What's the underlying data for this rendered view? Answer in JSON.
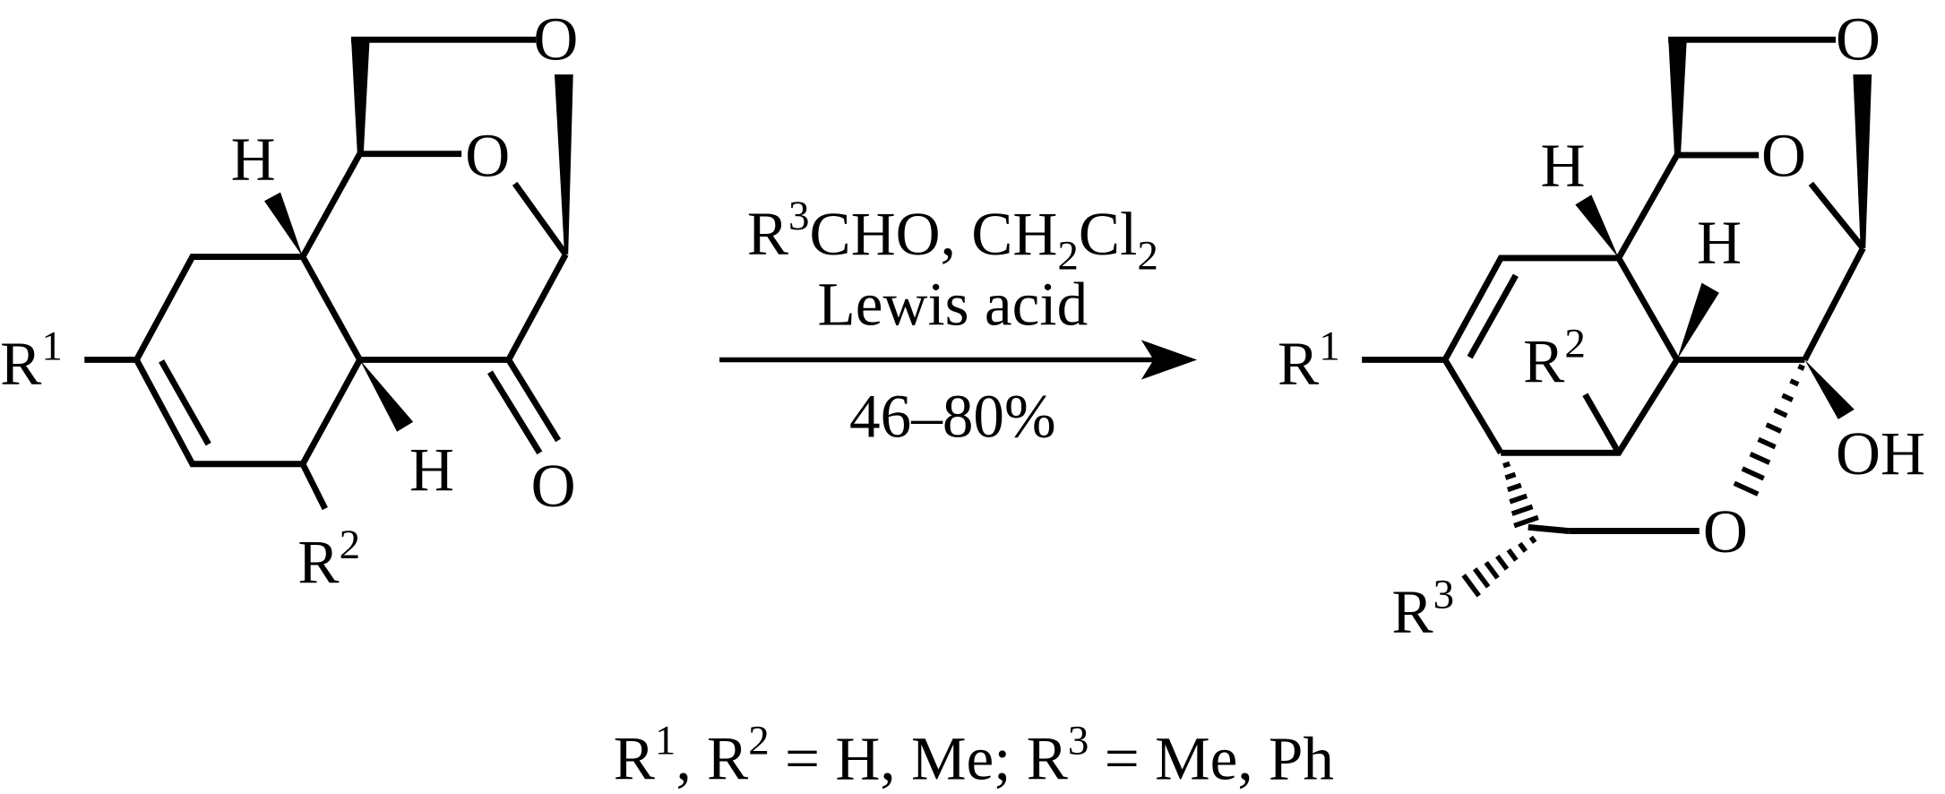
{
  "reactant": {
    "r1": {
      "base": "R",
      "sup": "1"
    },
    "r2": {
      "base": "R",
      "sup": "2"
    },
    "h_top": "H",
    "h_bottom": "H",
    "o_bridge_top": "O",
    "o_ring": "O",
    "o_ketone": "O"
  },
  "conditions": {
    "line1": {
      "r": "R",
      "r_sup": "3",
      "a": "CHO, CH",
      "sub1": "2",
      "b": "Cl",
      "sub2": "2"
    },
    "line2": "Lewis acid",
    "yield": "46–80%"
  },
  "product": {
    "r1": {
      "base": "R",
      "sup": "1"
    },
    "r2": {
      "base": "R",
      "sup": "2"
    },
    "r3": {
      "base": "R",
      "sup": "3"
    },
    "h_left": "H",
    "h_right": "H",
    "o_bridge_top": "O",
    "o_ring": "O",
    "o_lower": "O",
    "oh": "OH"
  },
  "footnote": {
    "r1": "R",
    "r1_sup": "1",
    "sep1": ", ",
    "r2": "R",
    "r2_sup": "2",
    "eq1": " = H, Me; ",
    "r3": "R",
    "r3_sup": "3",
    "eq2": " = Me, Ph"
  }
}
